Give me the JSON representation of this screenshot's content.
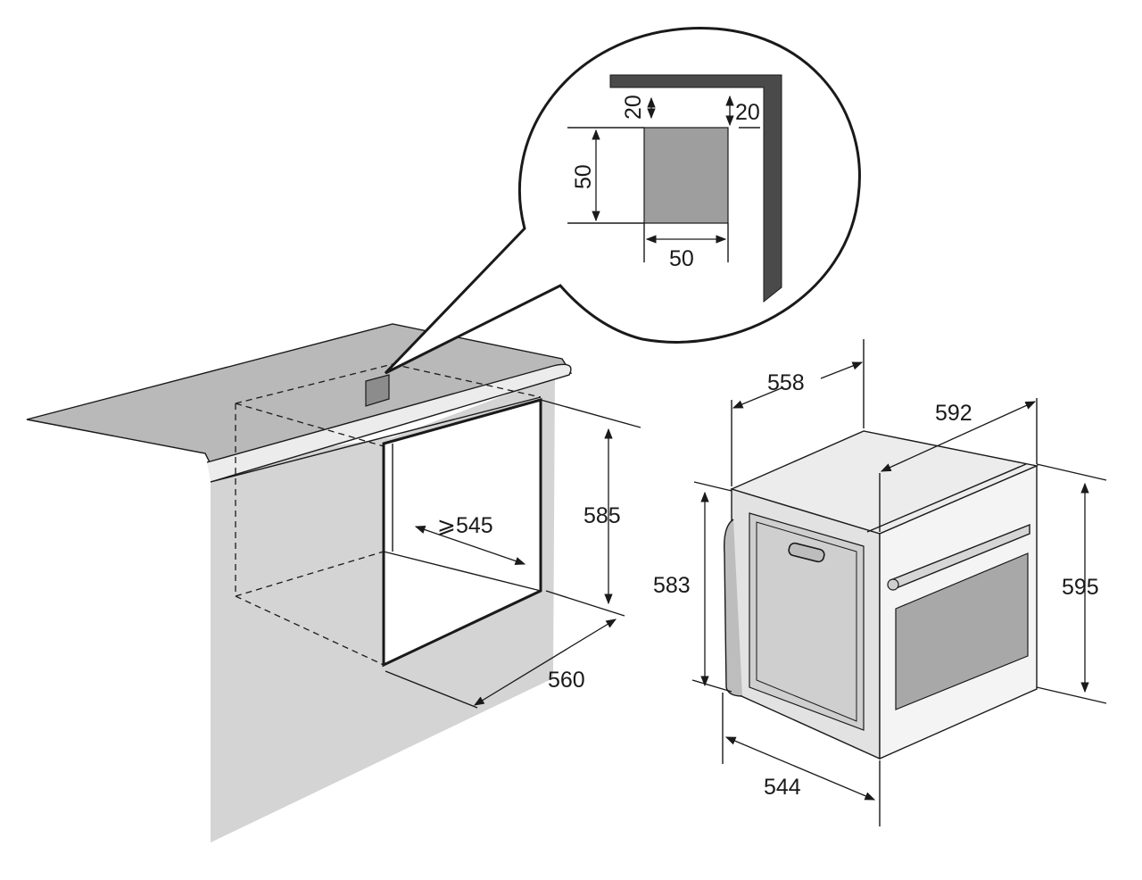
{
  "colors": {
    "ink": "#1a1a1a",
    "countertop": "#b9b9b9",
    "cabinet_shadow": "#d4d4d4",
    "oven_body": "#e6e6e6",
    "oven_panel": "#cfcfcf",
    "vent": "#9e9e9e",
    "wall": "#4a4a4a"
  },
  "detail": {
    "gap_left": "20",
    "gap_right": "20",
    "vent_height": "50",
    "vent_width": "50"
  },
  "cabinet": {
    "depth_min": "⩾545",
    "height": "585",
    "width": "560"
  },
  "oven": {
    "depth": "558",
    "front_width": "592",
    "body_height": "583",
    "total_height": "595",
    "body_width": "544"
  }
}
